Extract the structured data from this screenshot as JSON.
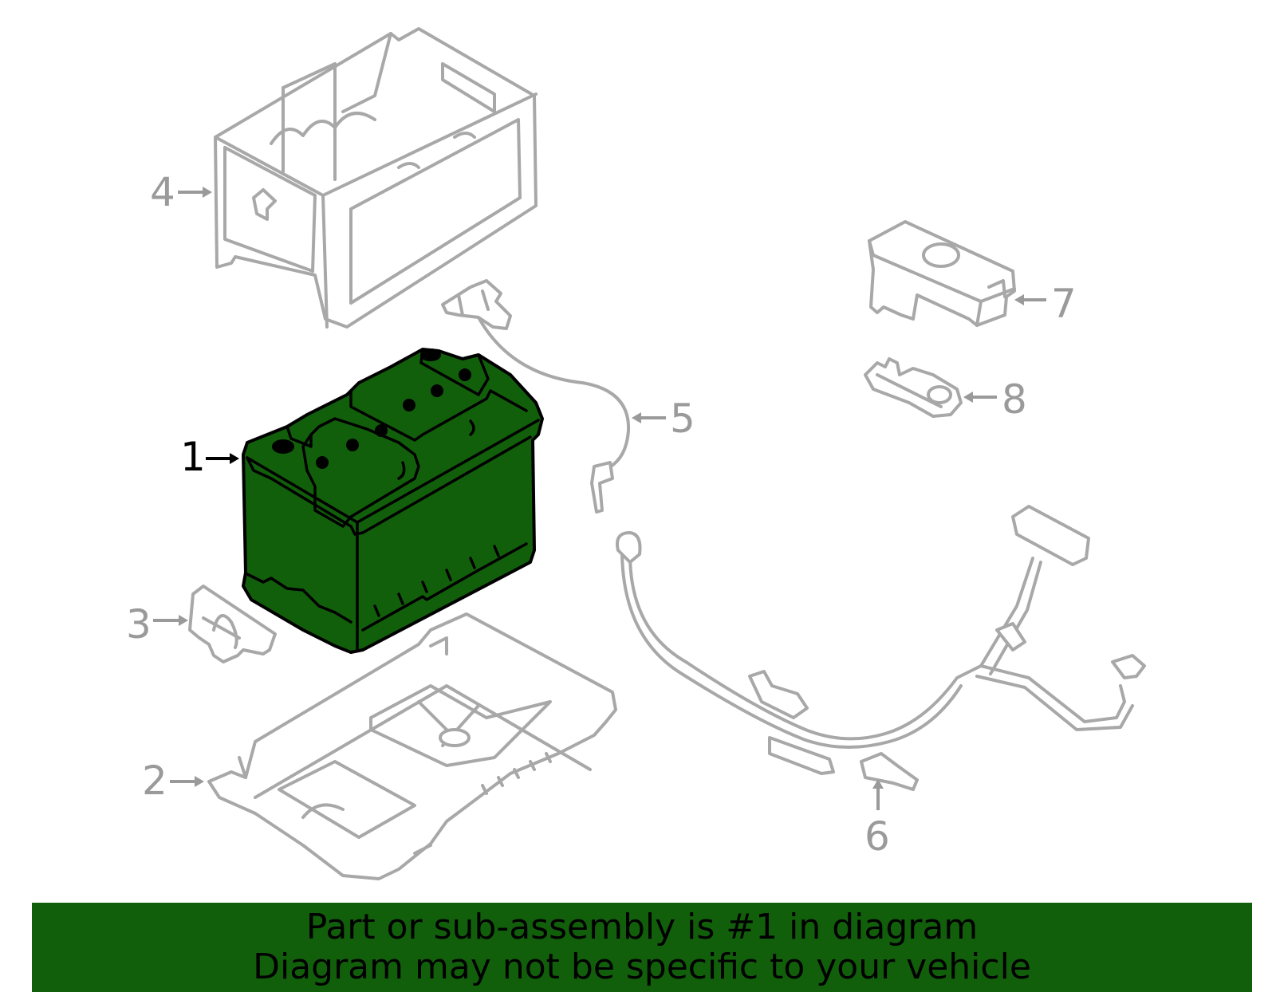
{
  "colors": {
    "highlight": "#125f0b",
    "outline": "#a8a8a8",
    "callout_text": "#9a9a9a",
    "highlight_label": "#000000",
    "banner_bg": "#125f0b"
  },
  "callouts": [
    "1",
    "2",
    "3",
    "4",
    "5",
    "6",
    "7",
    "8"
  ],
  "highlighted_callout": "1",
  "banner": {
    "line1": "Part or sub-assembly is #1 in diagram",
    "line2": "Diagram may not be specific to your vehicle"
  }
}
